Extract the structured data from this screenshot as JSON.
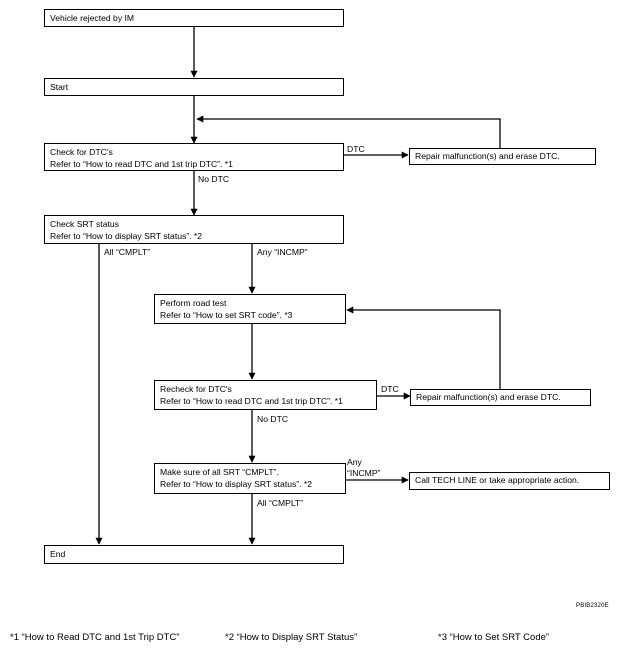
{
  "boxes": {
    "rejected": [
      "Vehicle rejected by IM"
    ],
    "start": [
      "Start"
    ],
    "check_dtc": [
      "Check for DTC's",
      "Refer to “How to read DTC and 1st trip DTC”. *1"
    ],
    "repair1": [
      "Repair malfunction(s) and erase DTC."
    ],
    "check_srt": [
      "Check SRT status",
      "Refer to “How to display SRT status”. *2"
    ],
    "road_test": [
      "Perform road test",
      "Refer to “How to set SRT code”. *3"
    ],
    "recheck_dtc": [
      "Recheck for DTC's",
      "Refer to “How to read DTC and 1st trip DTC”. *1"
    ],
    "repair2": [
      "Repair malfunction(s) and erase DTC."
    ],
    "make_sure": [
      "Make sure of all SRT “CMPLT”.",
      "Refer to “How to display SRT status”. *2"
    ],
    "tech_line": [
      "Call TECH LINE or take appropriate action."
    ],
    "end": [
      "End"
    ]
  },
  "labels": {
    "dtc1": "DTC",
    "no_dtc1": "No DTC",
    "all_cmplt1": "All “CMPLT”",
    "any_incmp1": "Any “INCMP”",
    "dtc2": "DTC",
    "no_dtc2": "No DTC",
    "any_incmp2_a": "Any",
    "any_incmp2_b": "“INCMP”",
    "all_cmplt2": "All “CMPLT”"
  },
  "figure_code": "PBIB2320E",
  "footnotes": {
    "n1": "*1   “How to Read DTC and 1st Trip DTC”",
    "n2": "*2   “How to Display SRT Status”",
    "n3": "*3   “How to Set SRT Code”"
  }
}
